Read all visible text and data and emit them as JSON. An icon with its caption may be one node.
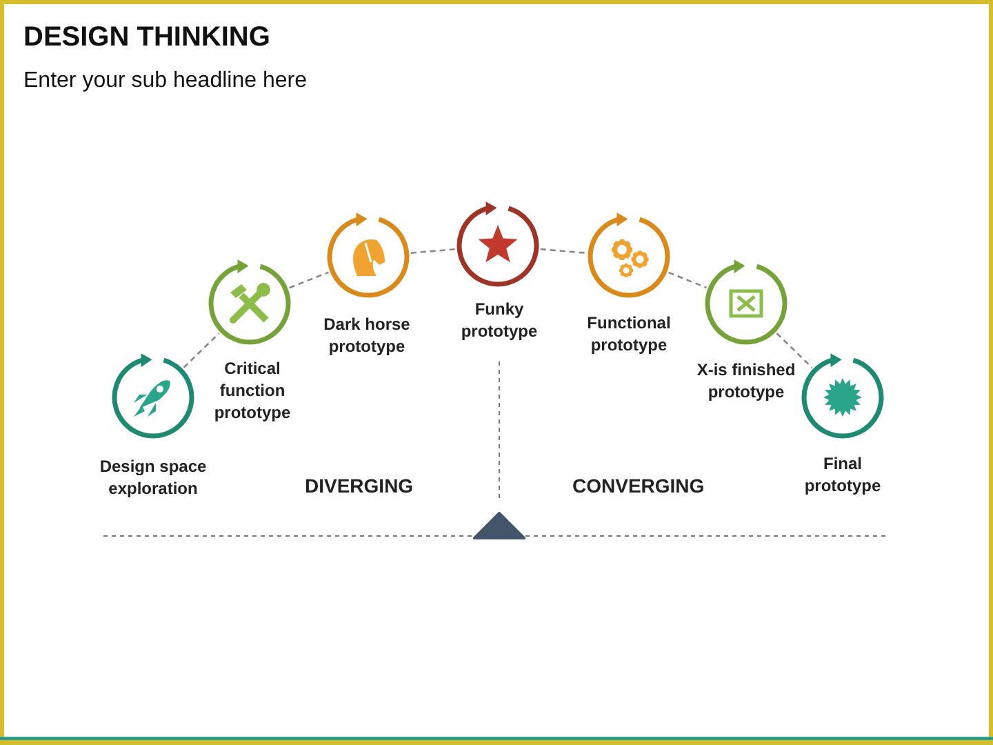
{
  "diagram": {
    "title": "DESIGN THINKING",
    "caption": "Enter your sub headline here",
    "nodes": [
      {
        "text": [
          "Design space exploration"
        ]
      },
      {
        "text": [
          "Critical function prototype"
        ]
      },
      {
        "text": [
          "Dark horse prototype"
        ]
      },
      {
        "text": [
          "Funky prototype"
        ]
      },
      {
        "text": [
          "Functional prototype"
        ]
      },
      {
        "text": [
          "X-is finished prototype"
        ]
      },
      {
        "text": [
          "Final prototype"
        ]
      }
    ],
    "edges": [
      {
        "from": 0,
        "to": 1,
        "arrow": "none",
        "style": "dashed"
      },
      {
        "from": 1,
        "to": 2,
        "arrow": "none",
        "style": "dashed"
      },
      {
        "from": 2,
        "to": 3,
        "arrow": "none",
        "style": "dashed"
      },
      {
        "from": 3,
        "to": 4,
        "arrow": "none",
        "style": "dashed"
      },
      {
        "from": 4,
        "to": 5,
        "arrow": "none",
        "style": "dashed"
      },
      {
        "from": 5,
        "to": 6,
        "arrow": "none",
        "style": "dashed"
      }
    ],
    "labels": [
      "DIVERGING",
      "CONVERGING"
    ]
  }
}
